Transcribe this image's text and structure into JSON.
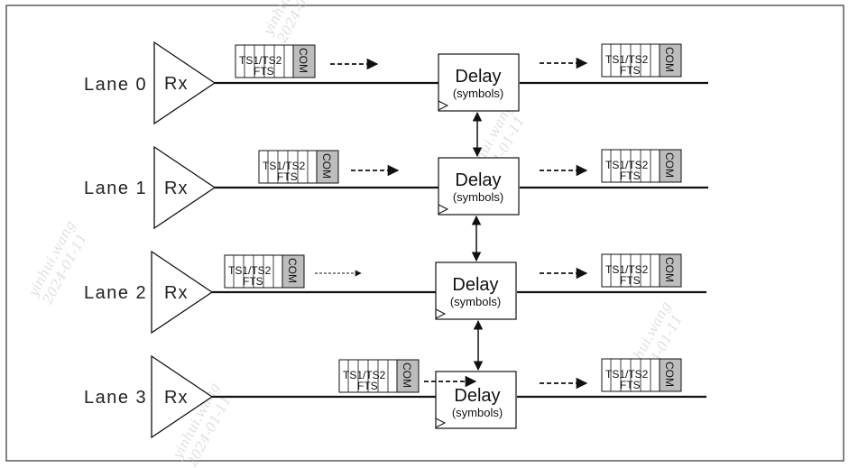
{
  "lanes": [
    {
      "label": "Lane 0",
      "rx": "Rx",
      "delay": "Delay",
      "delay_sub": "(symbols)"
    },
    {
      "label": "Lane 1",
      "rx": "Rx",
      "delay": "Delay",
      "delay_sub": "(symbols)"
    },
    {
      "label": "Lane 2",
      "rx": "Rx",
      "delay": "Delay",
      "delay_sub": "(symbols)"
    },
    {
      "label": "Lane 3",
      "rx": "Rx",
      "delay": "Delay",
      "delay_sub": "(symbols)"
    }
  ],
  "packet": {
    "line1": "TS1/TS2",
    "line2": "FTS",
    "com": "COM"
  },
  "watermark": {
    "line1": "yinhui.wang",
    "line2": "2024-01-11"
  },
  "colors": {
    "line": "#111111",
    "com_fill": "#bdbdbd",
    "frame": "#333333"
  }
}
